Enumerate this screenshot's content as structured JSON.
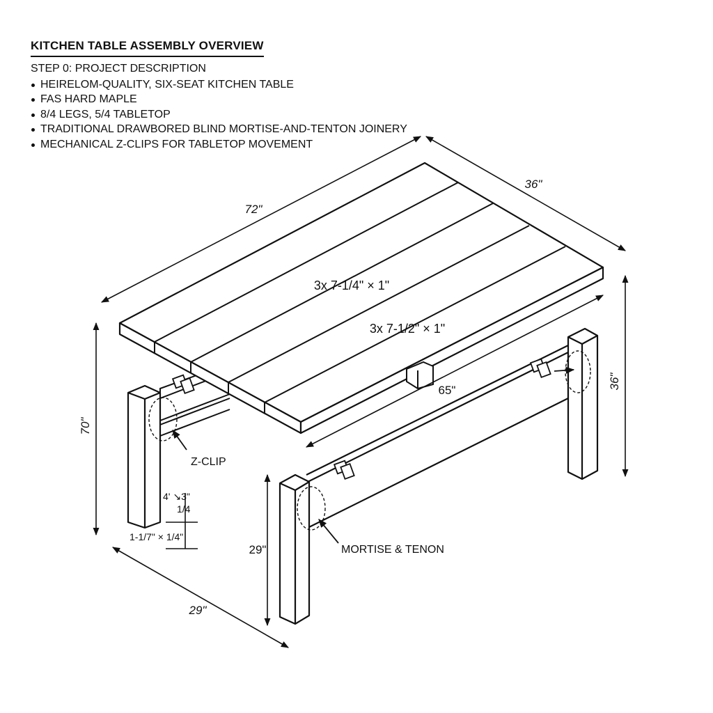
{
  "header": {
    "title": "KITCHEN TABLE ASSEMBLY OVERVIEW",
    "step": "STEP 0: PROJECT DESCRIPTION",
    "bullets": [
      "HEIRELOM-QUALITY, SIX-SEAT KITCHEN TABLE",
      "FAS HARD MAPLE",
      "8/4 LEGS, 5/4 TABLETOP",
      "TRADITIONAL DRAWBORED BLIND MORTISE-AND-TENTON JOINERY",
      "MECHANICAL Z-CLIPS FOR TABLETOP MOVEMENT"
    ]
  },
  "dimensions": {
    "length": "72\"",
    "width": "36\"",
    "height_left": "70\"",
    "height_right": "36\"",
    "apron_length": "65\"",
    "leg_height": "29\"",
    "base_depth": "29\""
  },
  "boards": {
    "top_label": "3x 7-1/4\" × 1\"",
    "bottom_label": "3x 7-1/2\" × 1\""
  },
  "callouts": {
    "zclip": "Z-CLIP",
    "mortise": "MORTISE & TENON",
    "leg_dim_a": "4' ↘3\"",
    "leg_dim_b": "1/4",
    "leg_dim_c": "1-1/7\" × 1/4\""
  }
}
